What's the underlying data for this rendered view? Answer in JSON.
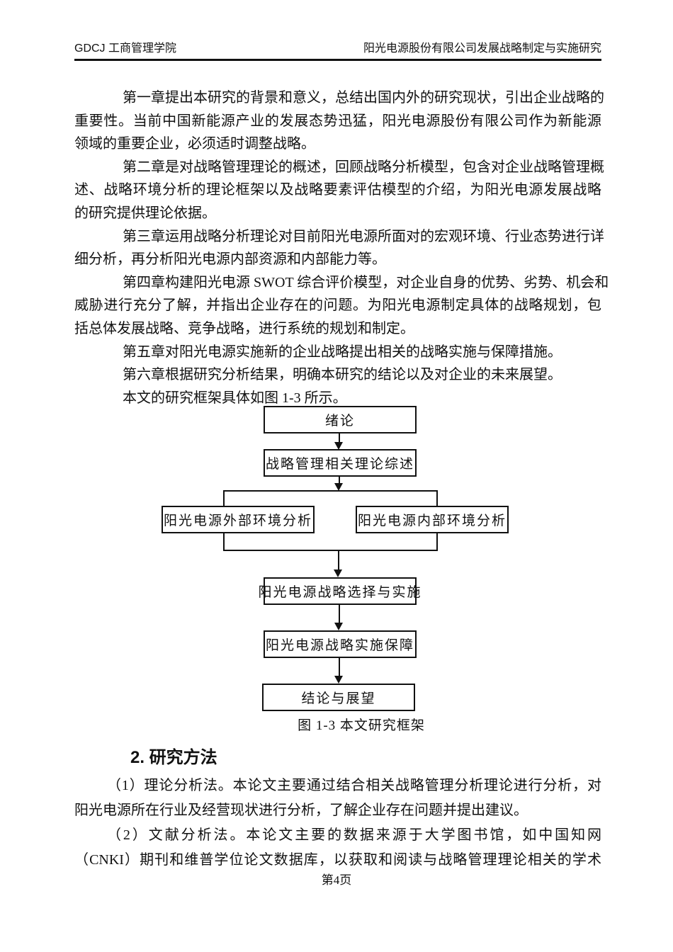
{
  "header": {
    "left": "GDCJ 工商管理学院",
    "right": "阳光电源股份有限公司发展战略制定与实施研究"
  },
  "body": {
    "paragraphs": [
      {
        "lines": [
          "第一章提出本研究的背景和意义，总结出国内外的研究现状，引出企业战略的",
          "重要性。当前中国新能源产业的发展态势迅猛，阳光电源股份有限公司作为新能源",
          "领域的重要企业，必须适时调整战略。"
        ]
      },
      {
        "lines": [
          "第二章是对战略管理理论的概述，回顾战略分析模型，包含对企业战略管理概",
          "述、战略环境分析的理论框架以及战略要素评估模型的介绍，为阳光电源发展战略",
          "的研究提供理论依据。"
        ]
      },
      {
        "lines": [
          "第三章运用战略分析理论对目前阳光电源所面对的宏观环境、行业态势进行详",
          "细分析，再分析阳光电源内部资源和内部能力等。"
        ]
      },
      {
        "lines": [
          "第四章构建阳光电源 SWOT 综合评价模型，对企业自身的优势、劣势、机会和",
          "威胁进行充分了解，并指出企业存在的问题。为阳光电源制定具体的战略规划，包",
          "括总体发展战略、竞争战略，进行系统的规划和制定。"
        ]
      },
      {
        "lines": [
          "第五章对阳光电源实施新的企业战略提出相关的战略实施与保障措施。"
        ]
      },
      {
        "lines": [
          "第六章根据研究分析结果，明确本研究的结论以及对企业的未来展望。"
        ]
      },
      {
        "lines": [
          "本文的研究框架具体如图 1-3 所示。"
        ]
      }
    ]
  },
  "diagram": {
    "intro": "绪论",
    "theory": "战略管理相关理论综述",
    "external": "阳光电源外部环境分析",
    "internal": "阳光电源内部环境分析",
    "choice": "阳光电源战略选择与实施",
    "guarantee": "阳光电源战略实施保障",
    "conclusion": "结论与展望",
    "caption": "图 1-3 本文研究框架"
  },
  "section2": {
    "heading": "2. 研究方法",
    "paragraphs": [
      {
        "lines": [
          "（1）理论分析法。本论文主要通过结合相关战略管理分析理论进行分析，对",
          "阳光电源所在行业及经营现状进行分析，了解企业存在问题并提出建议。"
        ]
      },
      {
        "lines": [
          "（2）文献分析法。本论文主要的数据来源于大学图书馆，如中国知网",
          "（CNKI）期刊和维普学位论文数据库，以获取和阅读与战略管理理论相关的学术"
        ]
      }
    ]
  },
  "footer": {
    "page_label": "第4页"
  }
}
